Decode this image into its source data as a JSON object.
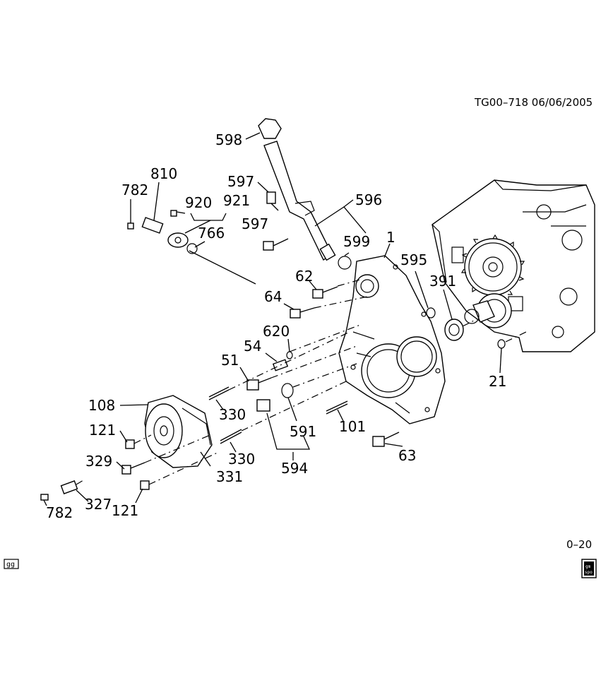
{
  "header": {
    "id_date": "TG00–718  06/06/2005"
  },
  "page_ref": "0–20",
  "corner_badge_left": "gg",
  "corner_badge_right": "gm\nspo",
  "callouts": [
    {
      "label": "598"
    },
    {
      "label": "810"
    },
    {
      "label": "782"
    },
    {
      "label": "597"
    },
    {
      "label": "920"
    },
    {
      "label": "921"
    },
    {
      "label": "596"
    },
    {
      "label": "597"
    },
    {
      "label": "766"
    },
    {
      "label": "599"
    },
    {
      "label": "1"
    },
    {
      "label": "595"
    },
    {
      "label": "62"
    },
    {
      "label": "391"
    },
    {
      "label": "64"
    },
    {
      "label": "620"
    },
    {
      "label": "54"
    },
    {
      "label": "51"
    },
    {
      "label": "21"
    },
    {
      "label": "108"
    },
    {
      "label": "330"
    },
    {
      "label": "121"
    },
    {
      "label": "591"
    },
    {
      "label": "101"
    },
    {
      "label": "330"
    },
    {
      "label": "63"
    },
    {
      "label": "329"
    },
    {
      "label": "594"
    },
    {
      "label": "331"
    },
    {
      "label": "327"
    },
    {
      "label": "782"
    },
    {
      "label": "121"
    }
  ]
}
